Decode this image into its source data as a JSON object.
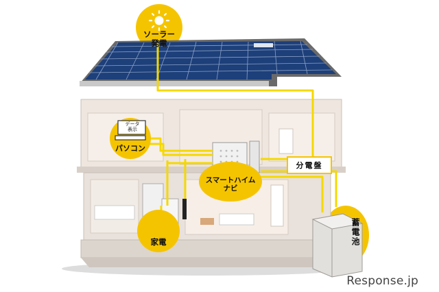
{
  "labels": {
    "solar": [
      "ソーラー",
      "発電"
    ],
    "pc": "パソコン",
    "pc_screen": [
      "データ",
      "表示"
    ],
    "navi": [
      "スマートハイム",
      "ナビ"
    ],
    "panel": "分電盤",
    "appliance": "家電",
    "battery": "蓄電池"
  },
  "watermark": "Response.jp",
  "colors": {
    "accent": "#f5c400",
    "solar_panel": "#1d3f7a",
    "wall": "#e9e1db",
    "roof_frame": "#5a5a5a"
  },
  "icons": [
    "sun-icon",
    "monitor-icon",
    "keyboard-icon"
  ]
}
